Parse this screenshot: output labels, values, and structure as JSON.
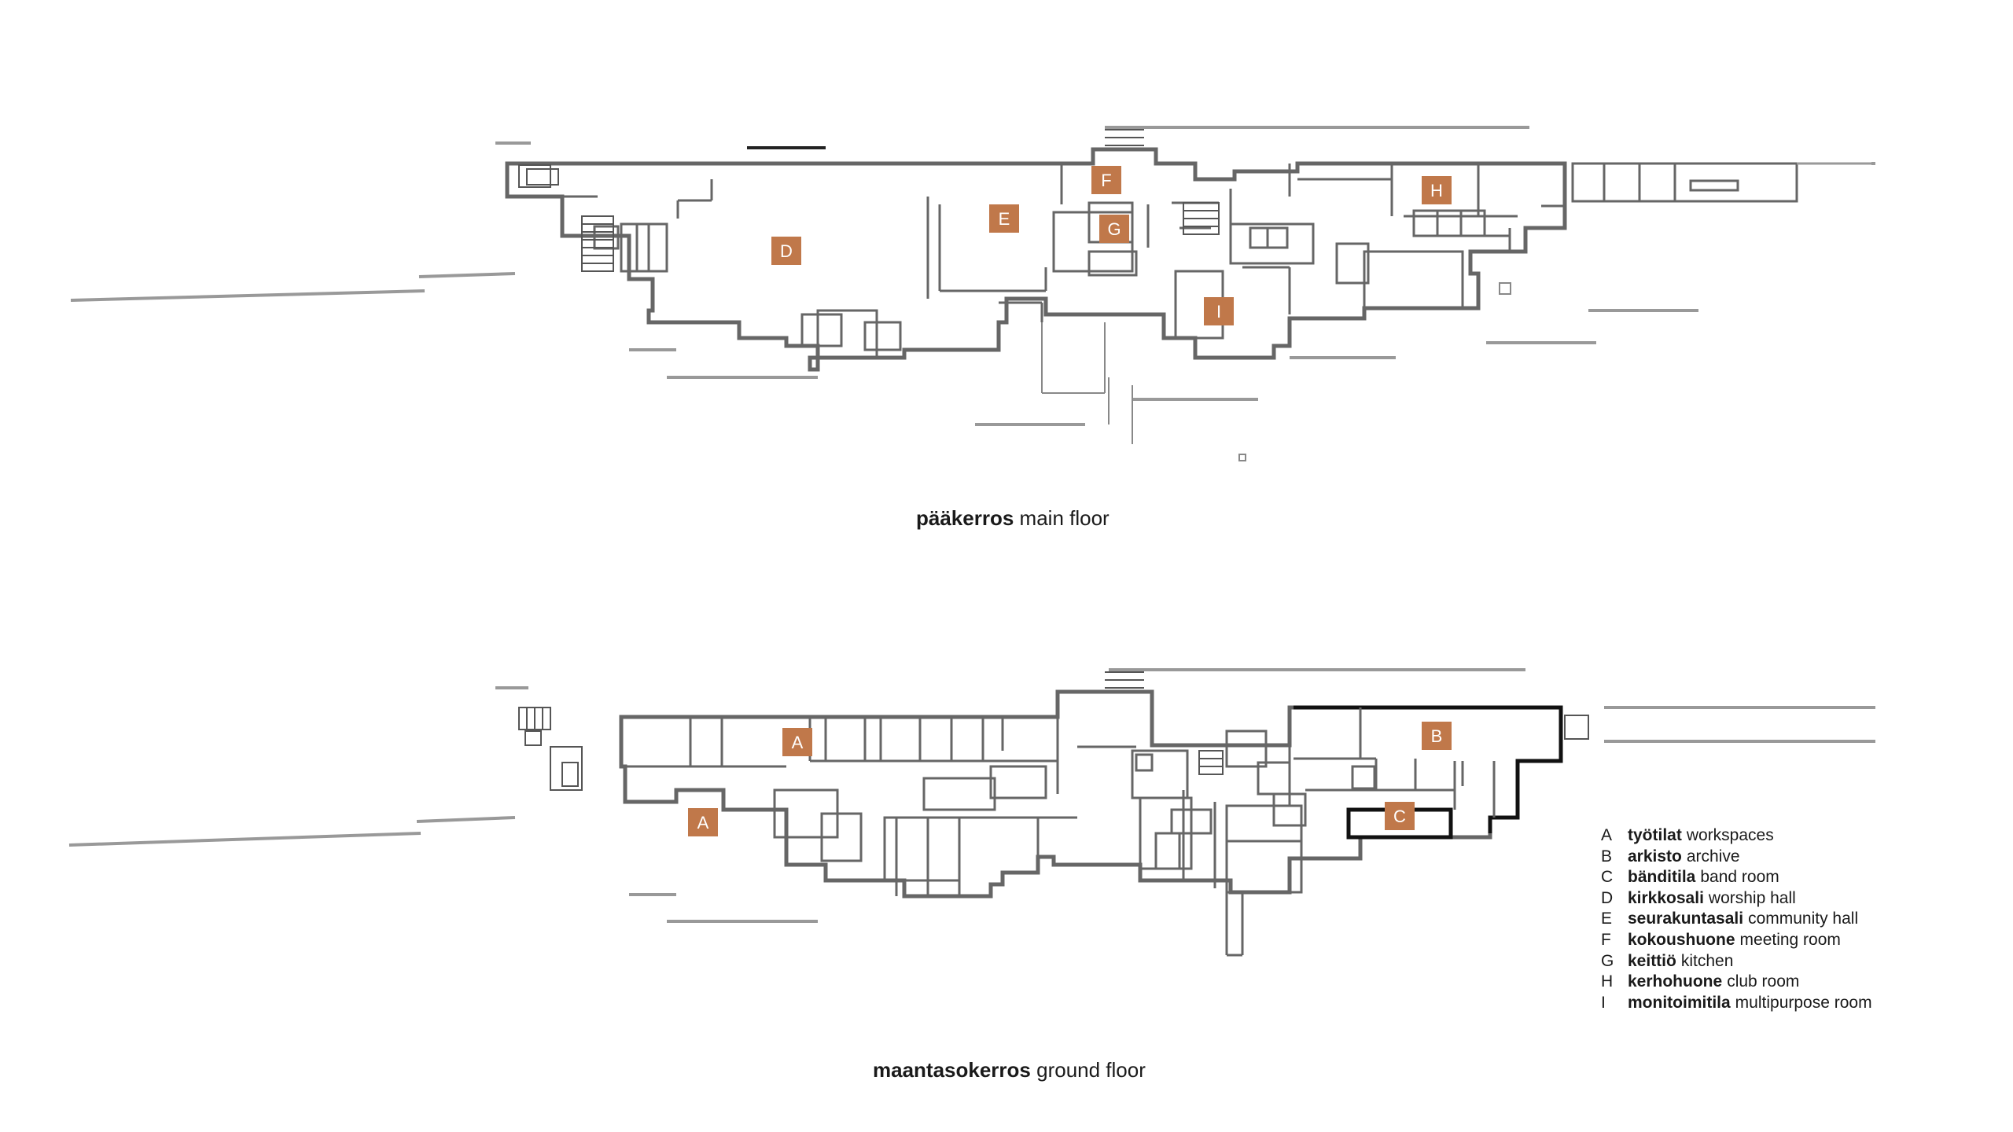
{
  "tag_color": "#c0784a",
  "wall_color": "#555555",
  "floors": [
    {
      "id": "main",
      "caption_fi": "pääkerros",
      "caption_en": "main floor",
      "room_tags": [
        "D",
        "E",
        "F",
        "G",
        "H",
        "I"
      ]
    },
    {
      "id": "ground",
      "caption_fi": "maantasokerros",
      "caption_en": "ground floor",
      "room_tags": [
        "A",
        "A",
        "B",
        "C"
      ]
    }
  ],
  "legend": [
    {
      "letter": "A",
      "fi": "työtilat",
      "en": "workspaces"
    },
    {
      "letter": "B",
      "fi": "arkisto",
      "en": "archive"
    },
    {
      "letter": "C",
      "fi": "bänditila",
      "en": "band room"
    },
    {
      "letter": "D",
      "fi": "kirkkosali",
      "en": "worship hall"
    },
    {
      "letter": "E",
      "fi": "seurakuntasali",
      "en": "community hall"
    },
    {
      "letter": "F",
      "fi": "kokoushuone",
      "en": "meeting room"
    },
    {
      "letter": "G",
      "fi": "keittiö",
      "en": "kitchen"
    },
    {
      "letter": "H",
      "fi": "kerhohuone",
      "en": "club room"
    },
    {
      "letter": "I",
      "fi": "monitoimitila",
      "en": "multipurpose room"
    }
  ]
}
